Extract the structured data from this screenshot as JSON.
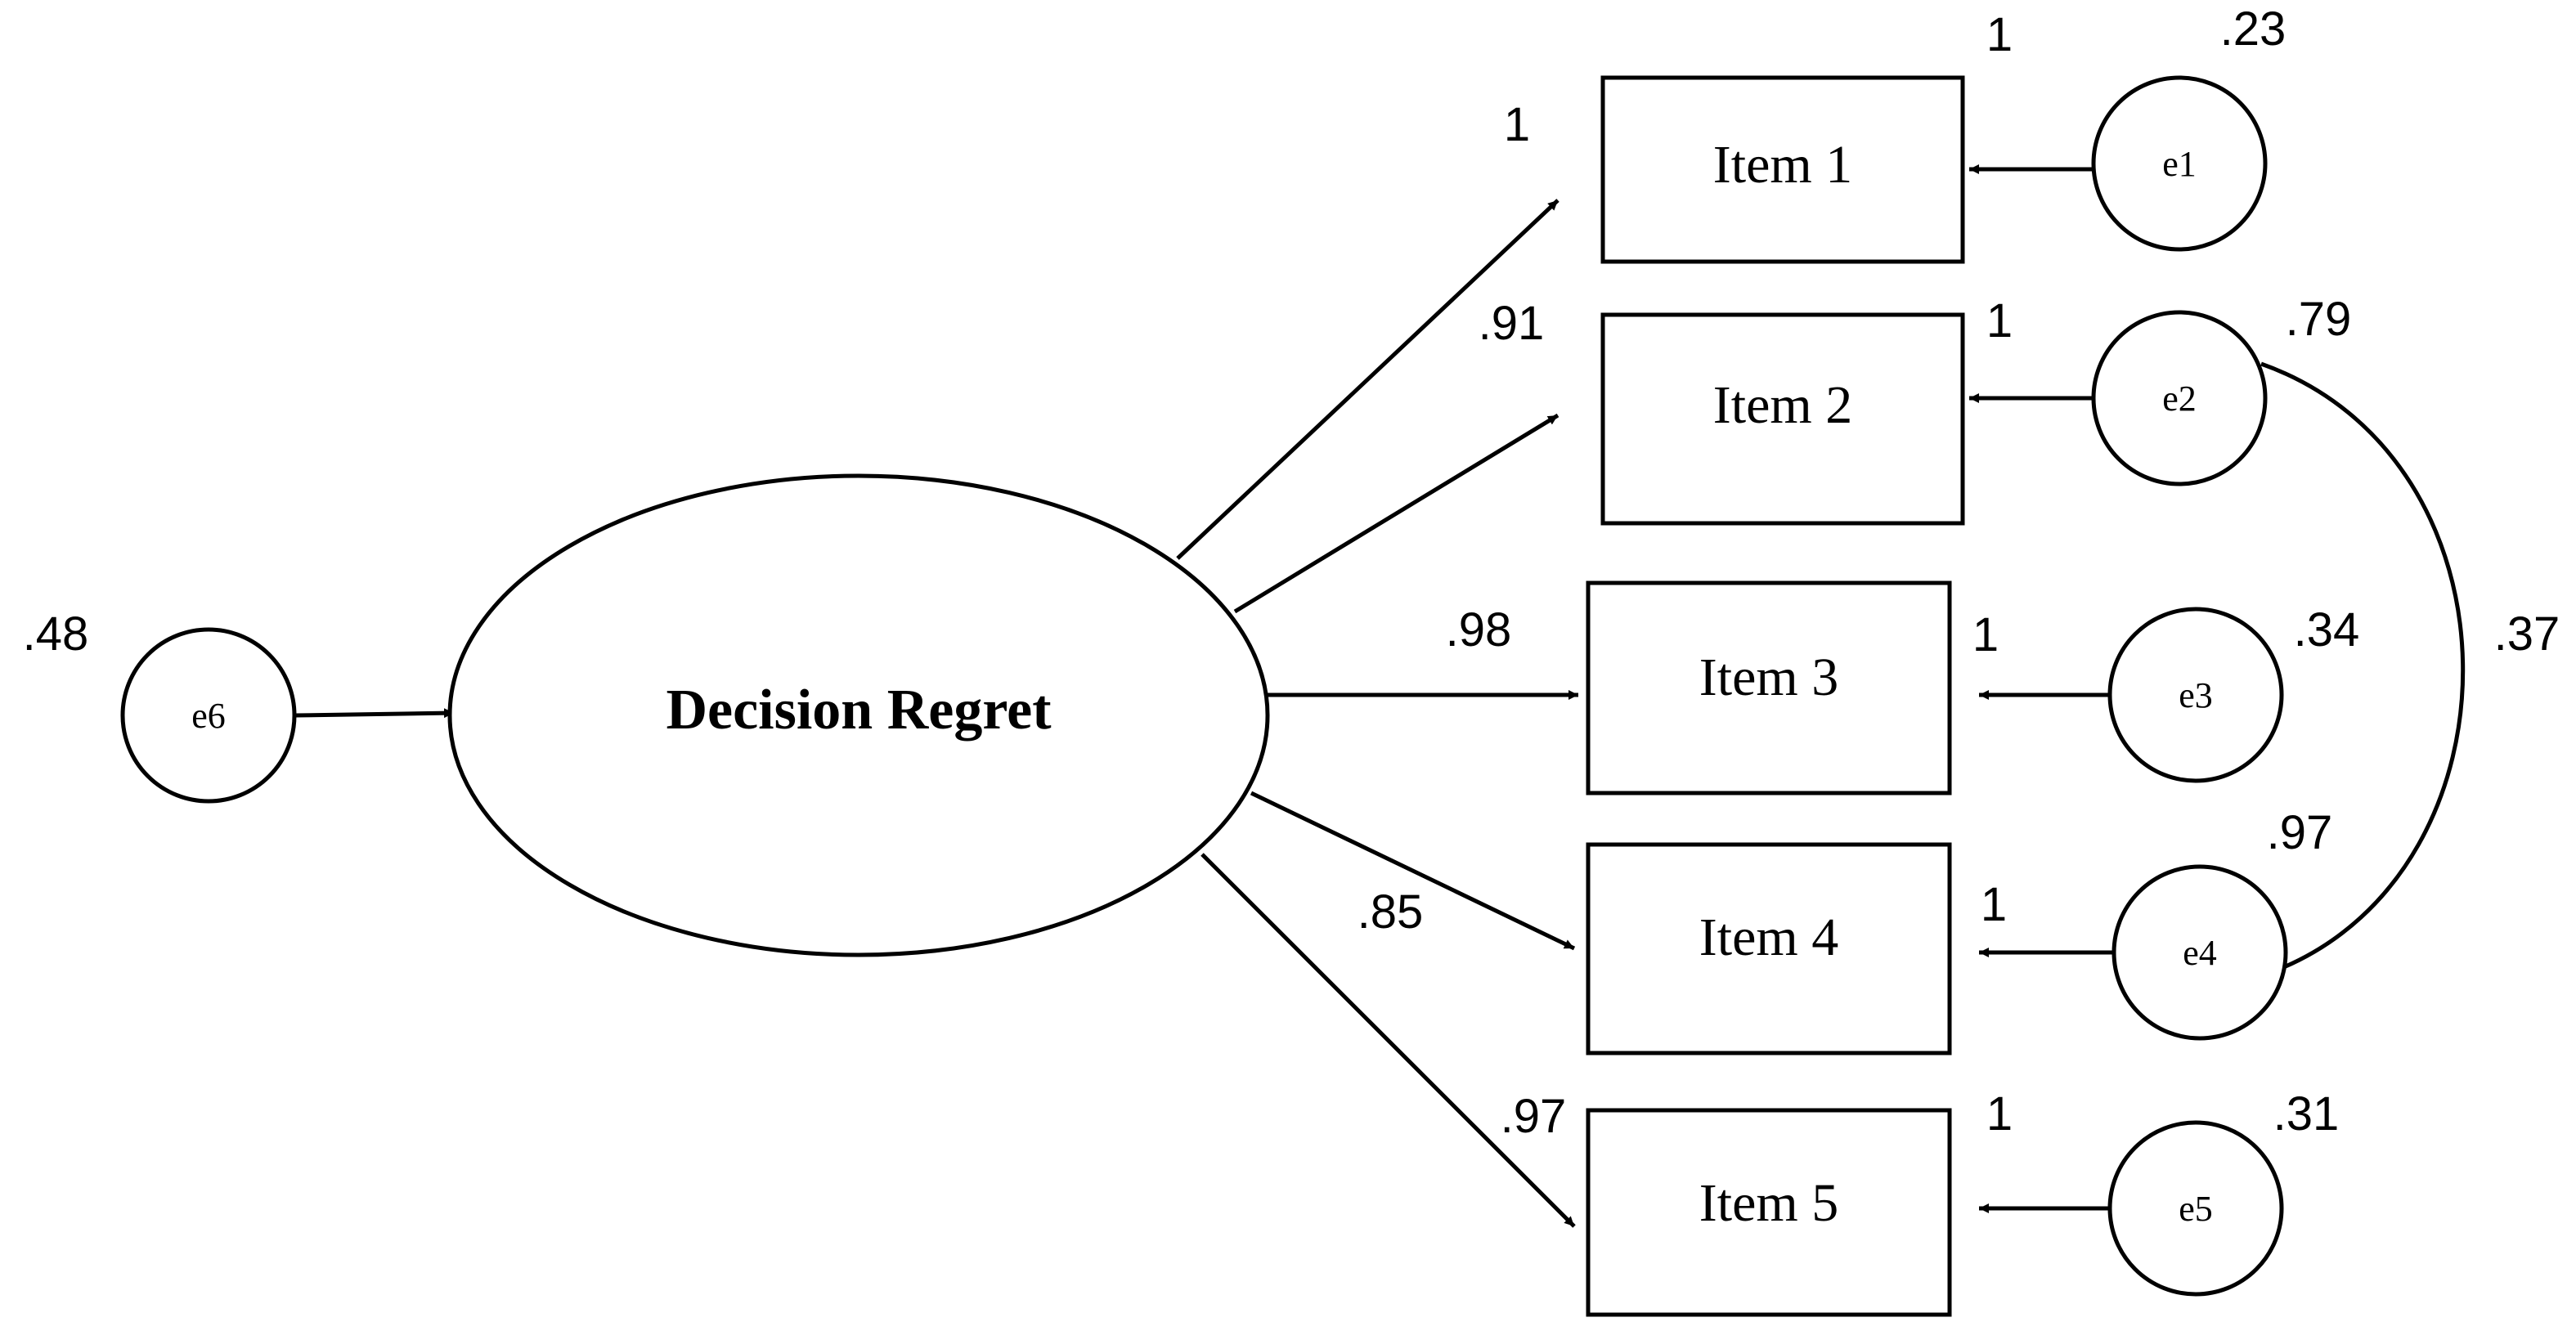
{
  "latent": {
    "label": "Decision Regret"
  },
  "items": [
    {
      "label": "Item 1",
      "loading": "1",
      "error_path": "1"
    },
    {
      "label": "Item 2",
      "loading": ".91",
      "error_path": "1"
    },
    {
      "label": "Item 3",
      "loading": ".98",
      "error_path": "1"
    },
    {
      "label": "Item 4",
      "loading": ".85",
      "error_path": "1"
    },
    {
      "label": "Item 5",
      "loading": ".97",
      "error_path": "1"
    }
  ],
  "errors": [
    {
      "label": "e1",
      "value": ".23"
    },
    {
      "label": "e2",
      "value": ".79"
    },
    {
      "label": "e3",
      "value": ".34"
    },
    {
      "label": "e4",
      "value": ".97"
    },
    {
      "label": "e5",
      "value": ".31"
    },
    {
      "label": "e6",
      "value": ".48"
    }
  ],
  "covariance": {
    "between": [
      "e2",
      "e4"
    ],
    "value": ".37"
  },
  "colors": {
    "stroke": "#000000",
    "background": "#ffffff"
  }
}
